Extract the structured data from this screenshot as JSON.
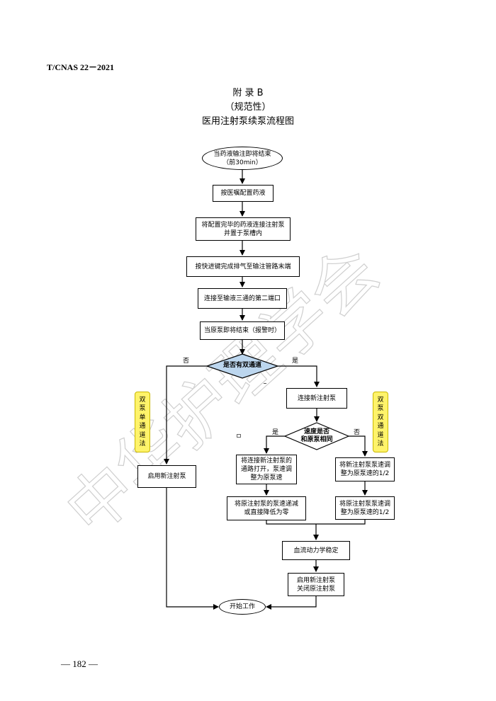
{
  "header": {
    "standard_code": "T/CNAS 22－2021"
  },
  "titles": {
    "appendix": "附 录 B",
    "nature": "（规范性）",
    "main": "医用注射泵续泵流程图"
  },
  "flow": {
    "start": [
      "当药液输注即将结束",
      "（前30min）"
    ],
    "s1": "按医嘱配置药液",
    "s2": [
      "将配置完毕的药液连接注射泵",
      "并置于泵槽内"
    ],
    "s3": "按快进键完成排气至输注管路末端",
    "s4": "连接至输液三通的第二端口",
    "s5": "当原泵即将结束（报警时）",
    "d1": "是否有双通道",
    "d1_no": "否",
    "d1_yes": "是",
    "left_box": "启用新注射泵",
    "right_box": "连接新注射泵",
    "d2": [
      "速度是否",
      "和原泵相同"
    ],
    "d2_yes": "是",
    "d2_no": "否",
    "b_yes1": [
      "将连接新注射泵的",
      "通路打开，泵速调",
      "整为原泵速"
    ],
    "b_yes2": [
      "将原注射泵的泵速递减",
      "或直接降低为零"
    ],
    "b_no1": [
      "将新注射泵泵速调",
      "整为原泵速的1/2"
    ],
    "b_no2": [
      "将原注射泵泵速调",
      "整为原泵速的1/2"
    ],
    "stable": "血流动力学稳定",
    "final": [
      "启用新注射泵",
      "关闭原注射泵"
    ],
    "end": "开始工作"
  },
  "side_labels": {
    "left": [
      "双",
      "泵",
      "单",
      "通",
      "道",
      "法"
    ],
    "right": [
      "双",
      "泵",
      "双",
      "通",
      "道",
      "法"
    ]
  },
  "watermark": "中华护理学会",
  "footer": {
    "page": "— 182 —"
  },
  "colors": {
    "decision_fill": "#bcd6ee",
    "label_fill": "#fff36a",
    "watermark": "#d9d9d9"
  }
}
